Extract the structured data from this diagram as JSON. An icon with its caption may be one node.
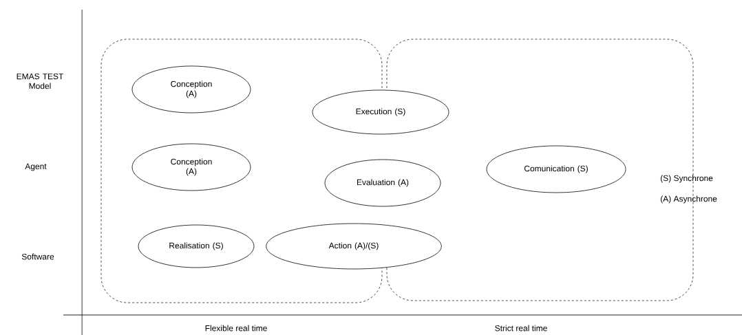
{
  "diagram": {
    "nodes": [
      {
        "text": [],
        "shape": "box"
      },
      {
        "text": [
          "Conception (A)"
        ],
        "in": 0
      },
      {
        "text": [
          "Conception (A)"
        ],
        "in": 0
      },
      {
        "text": [
          "Realisation (S)"
        ],
        "in": 0
      },
      {
        "text": [
          "Execution (S)"
        ]
      },
      {
        "text": [
          "Evaluation (A)"
        ]
      },
      {
        "text": [
          "Action (A)/(S)"
        ]
      },
      {
        "text": [],
        "shape": "box"
      },
      {
        "text": [
          "Comunication (S)"
        ],
        "in": 7
      }
    ],
    "labels": [
      "EMAS TEST Model",
      "Agent",
      "Software",
      "(S) Synchrone",
      "(A) Asynchrone",
      "Flexible real time",
      "Strict real time"
    ]
  }
}
